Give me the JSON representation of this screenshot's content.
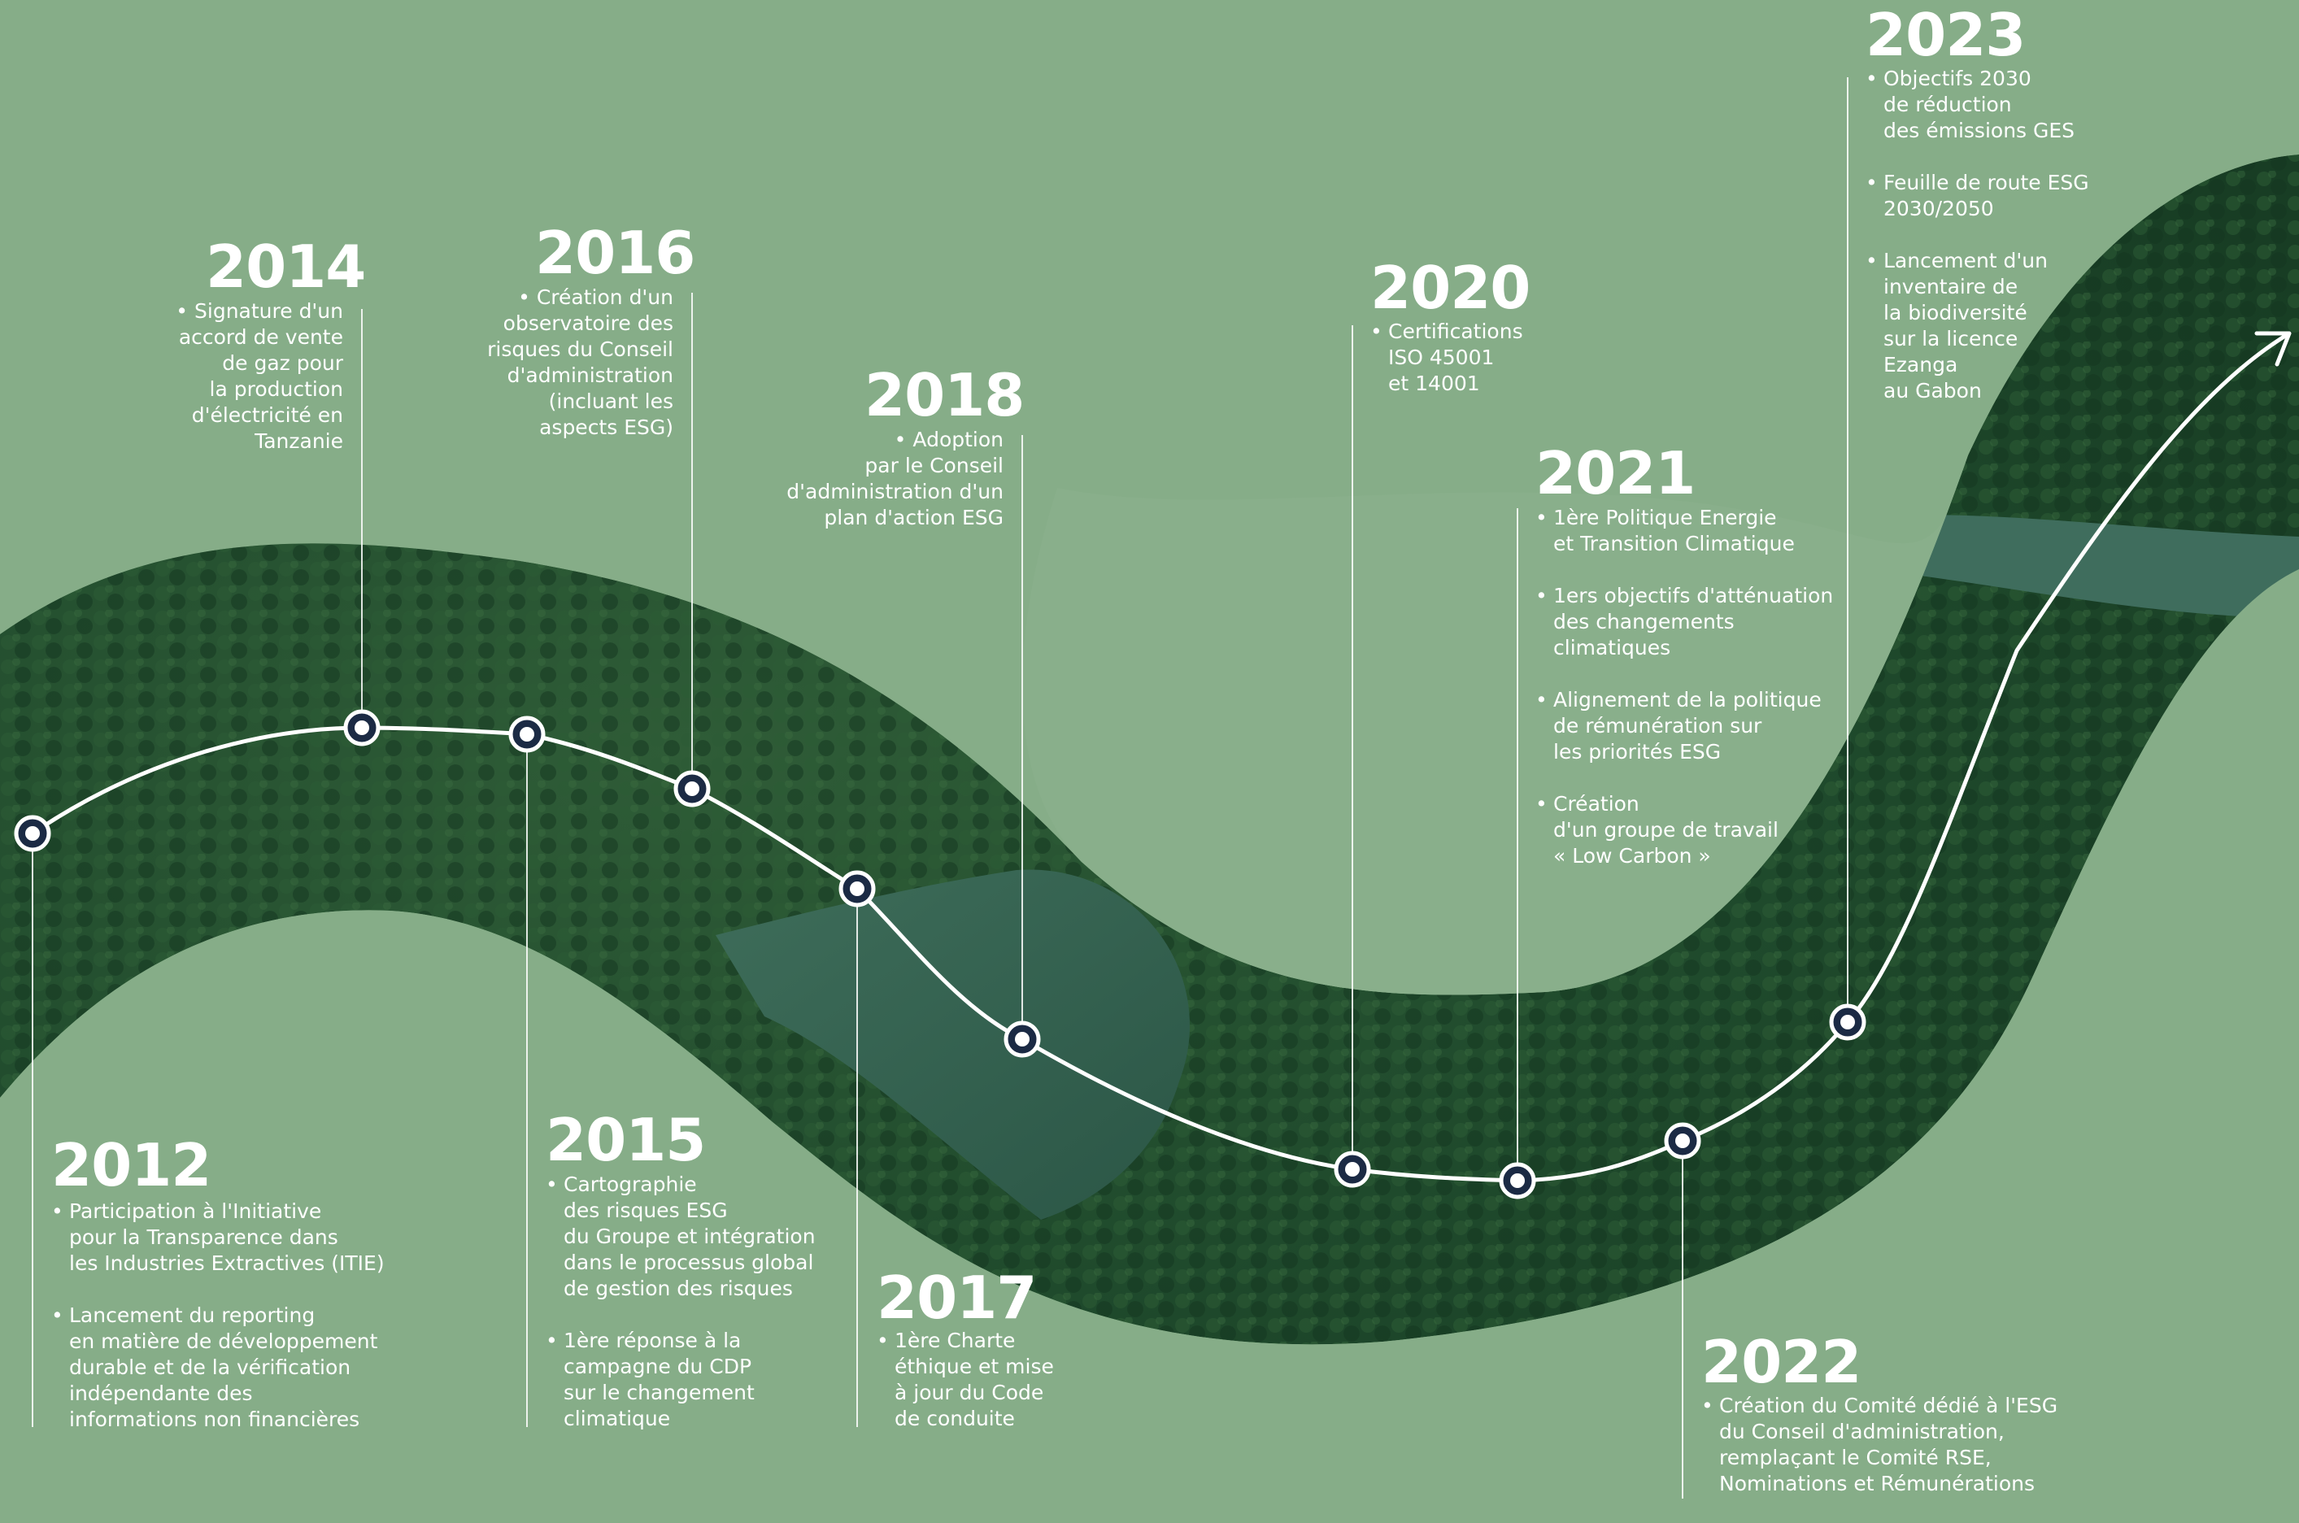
{
  "colors": {
    "background": "#86ad88",
    "forest_dark": "#1f4a2e",
    "river": "#2e5a4c",
    "node_fill": "#1b2a44",
    "line": "#ffffff"
  },
  "icons": {
    "arrow": "arrow-head-icon",
    "node": "timeline-node-icon"
  },
  "timeline": [
    {
      "year": "2012",
      "items": [
        "Participation à l'Initiative\npour la Transparence dans\nles Industries Extractives (ITIE)",
        "Lancement du reporting\nen matière de développement\ndurable et de la vérification\nindépendante des\ninformations non financières"
      ]
    },
    {
      "year": "2014",
      "items": [
        "Signature d'un\naccord de vente\nde gaz pour\nla production\nd'électricité en\nTanzanie"
      ]
    },
    {
      "year": "2015",
      "items": [
        "Cartographie\ndes risques ESG\ndu Groupe et intégration\ndans le processus global\nde gestion des risques",
        "1ère réponse à la\ncampagne du CDP\nsur le changement\nclimatique"
      ]
    },
    {
      "year": "2016",
      "items": [
        "Création d'un\nobservatoire des\nrisques du Conseil\nd'administration\n(incluant les\naspects ESG)"
      ]
    },
    {
      "year": "2017",
      "items": [
        "1ère Charte\néthique et mise\nà jour du Code\nde conduite"
      ]
    },
    {
      "year": "2018",
      "items": [
        "Adoption\npar le Conseil\nd'administration d'un\nplan d'action ESG"
      ]
    },
    {
      "year": "2020",
      "items": [
        "Certifications\nISO 45001\net 14001"
      ]
    },
    {
      "year": "2021",
      "items": [
        "1ère Politique Energie\net Transition Climatique",
        "1ers objectifs d'atténuation\ndes changements\nclimatiques",
        "Alignement de la politique\nde rémunération sur\nles priorités ESG",
        "Création\nd'un groupe de travail\n« Low Carbon »"
      ]
    },
    {
      "year": "2022",
      "items": [
        "Création du Comité dédié à l'ESG\ndu Conseil d'administration,\nremplaçant le Comité RSE,\nNominations et Rémunérations"
      ]
    },
    {
      "year": "2023",
      "items": [
        "Objectifs 2030\nde réduction\ndes émissions GES",
        "Feuille de route ESG\n2030/2050",
        "Lancement d'un\ninventaire de\nla biodiversité\nsur la licence\nEzanga\nau Gabon"
      ]
    }
  ]
}
